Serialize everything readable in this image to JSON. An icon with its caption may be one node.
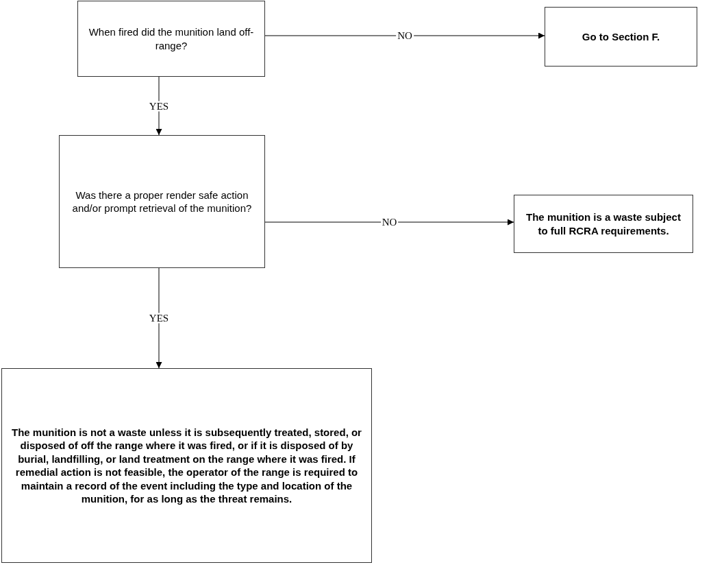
{
  "diagram": {
    "nodes": [
      {
        "text": [
          "When fired did the munition land off-range?"
        ]
      },
      {
        "text": [
          "Go to Section F."
        ]
      },
      {
        "text": [
          "Was there a proper render safe action and/or prompt retrieval of the munition?"
        ]
      },
      {
        "text": [
          "The munition is a waste subject to full RCRA requirements."
        ]
      },
      {
        "text": [
          "The munition is not a waste unless it is subsequently treated, stored, or disposed of off the range where it was fired, or if it is disposed of by burial, landfilling, or land treatment on the range where it was fired. If remedial action is not feasible, the operator of the range is required to maintain a record of the event including the type and location of the munition, for as long as the threat remains."
        ]
      }
    ],
    "edges": [
      {
        "from": 0,
        "to": 1,
        "arrow": "to",
        "label": "NO"
      },
      {
        "from": 0,
        "to": 2,
        "arrow": "to",
        "label": "YES"
      },
      {
        "from": 2,
        "to": 3,
        "arrow": "to",
        "label": "NO"
      },
      {
        "from": 2,
        "to": 4,
        "arrow": "to",
        "label": "YES"
      }
    ]
  }
}
